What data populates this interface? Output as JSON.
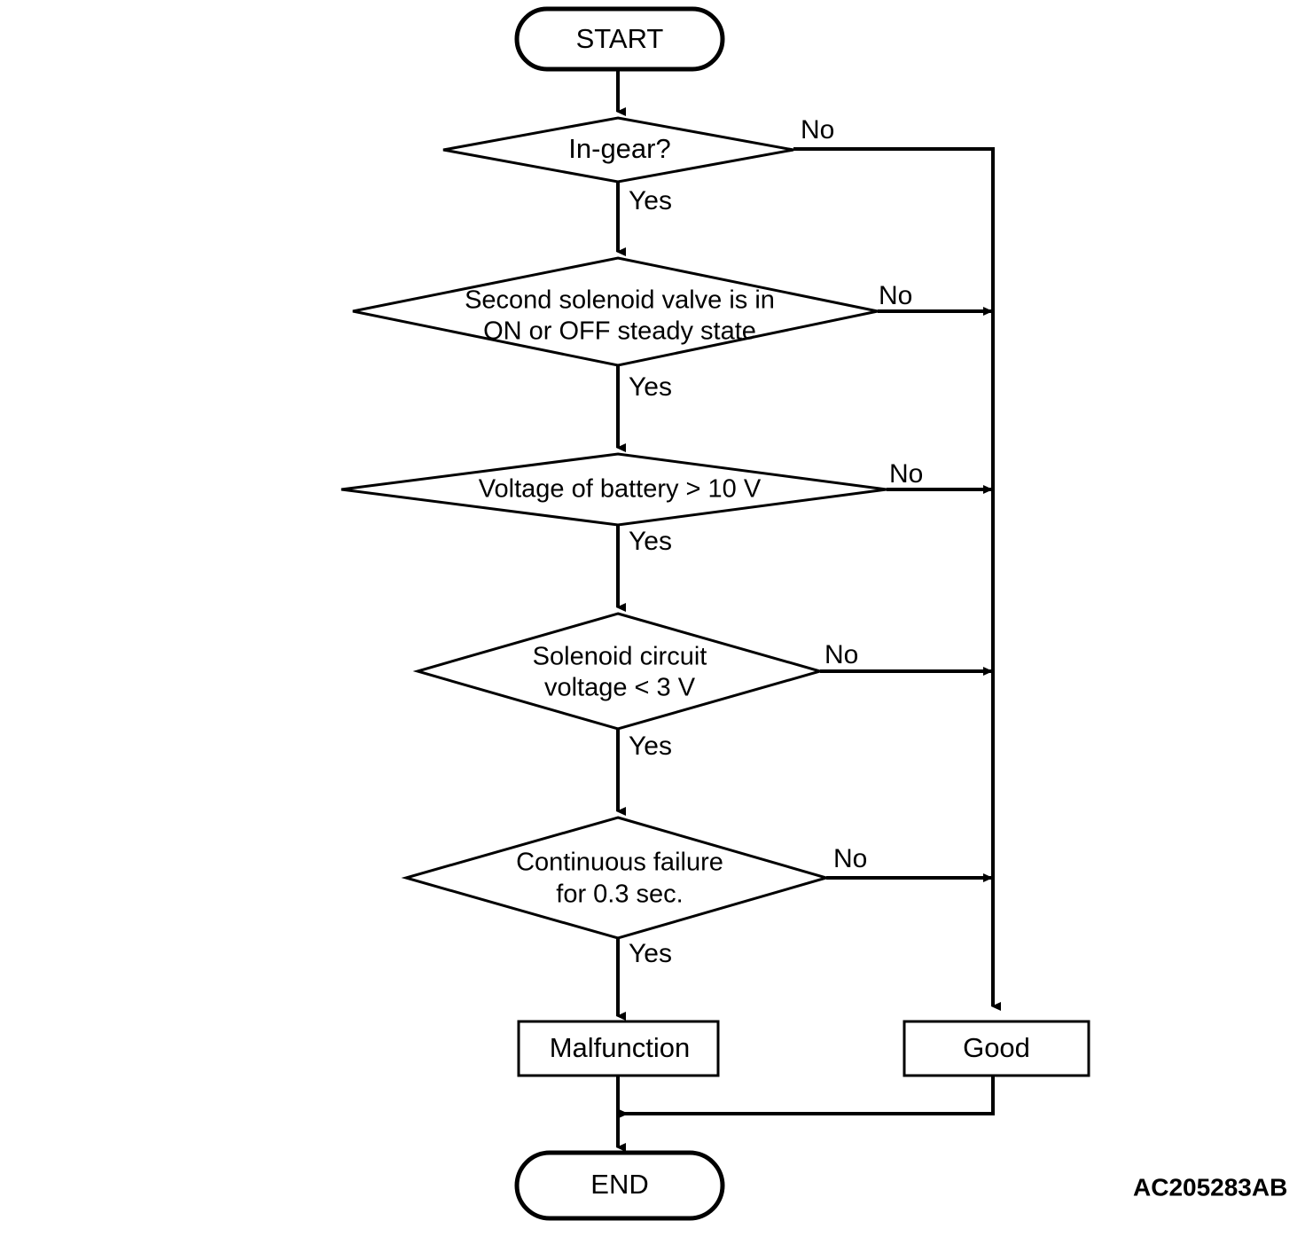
{
  "figure": {
    "type": "flowchart",
    "background_color": "#ffffff",
    "line_color": "#000000",
    "identifier": "AC205283AB"
  },
  "nodes": {
    "start": {
      "label": "START",
      "shape": "terminator"
    },
    "decision_in_gear": {
      "label": "In-gear?",
      "shape": "decision"
    },
    "decision_steady_state_line1": {
      "label": "Second solenoid valve is in",
      "shape": "decision"
    },
    "decision_steady_state_line2": {
      "label": "ON or OFF steady state"
    },
    "decision_battery_voltage": {
      "label": "Voltage of battery > 10 V",
      "shape": "decision"
    },
    "decision_solenoid_voltage_line1": {
      "label": "Solenoid circuit",
      "shape": "decision"
    },
    "decision_solenoid_voltage_line2": {
      "label": "voltage < 3 V"
    },
    "decision_continuous_failure_line1": {
      "label": "Continuous failure",
      "shape": "decision"
    },
    "decision_continuous_failure_line2": {
      "label": "for 0.3 sec."
    },
    "malfunction": {
      "label": "Malfunction",
      "shape": "process"
    },
    "good": {
      "label": "Good",
      "shape": "process"
    },
    "end": {
      "label": "END",
      "shape": "terminator"
    }
  },
  "edge_labels": {
    "in_gear_yes": "Yes",
    "in_gear_no": "No",
    "steady_state_yes": "Yes",
    "steady_state_no": "No",
    "battery_voltage_yes": "Yes",
    "battery_voltage_no": "No",
    "solenoid_voltage_yes": "Yes",
    "solenoid_voltage_no": "No",
    "continuous_failure_yes": "Yes",
    "continuous_failure_no": "No"
  }
}
